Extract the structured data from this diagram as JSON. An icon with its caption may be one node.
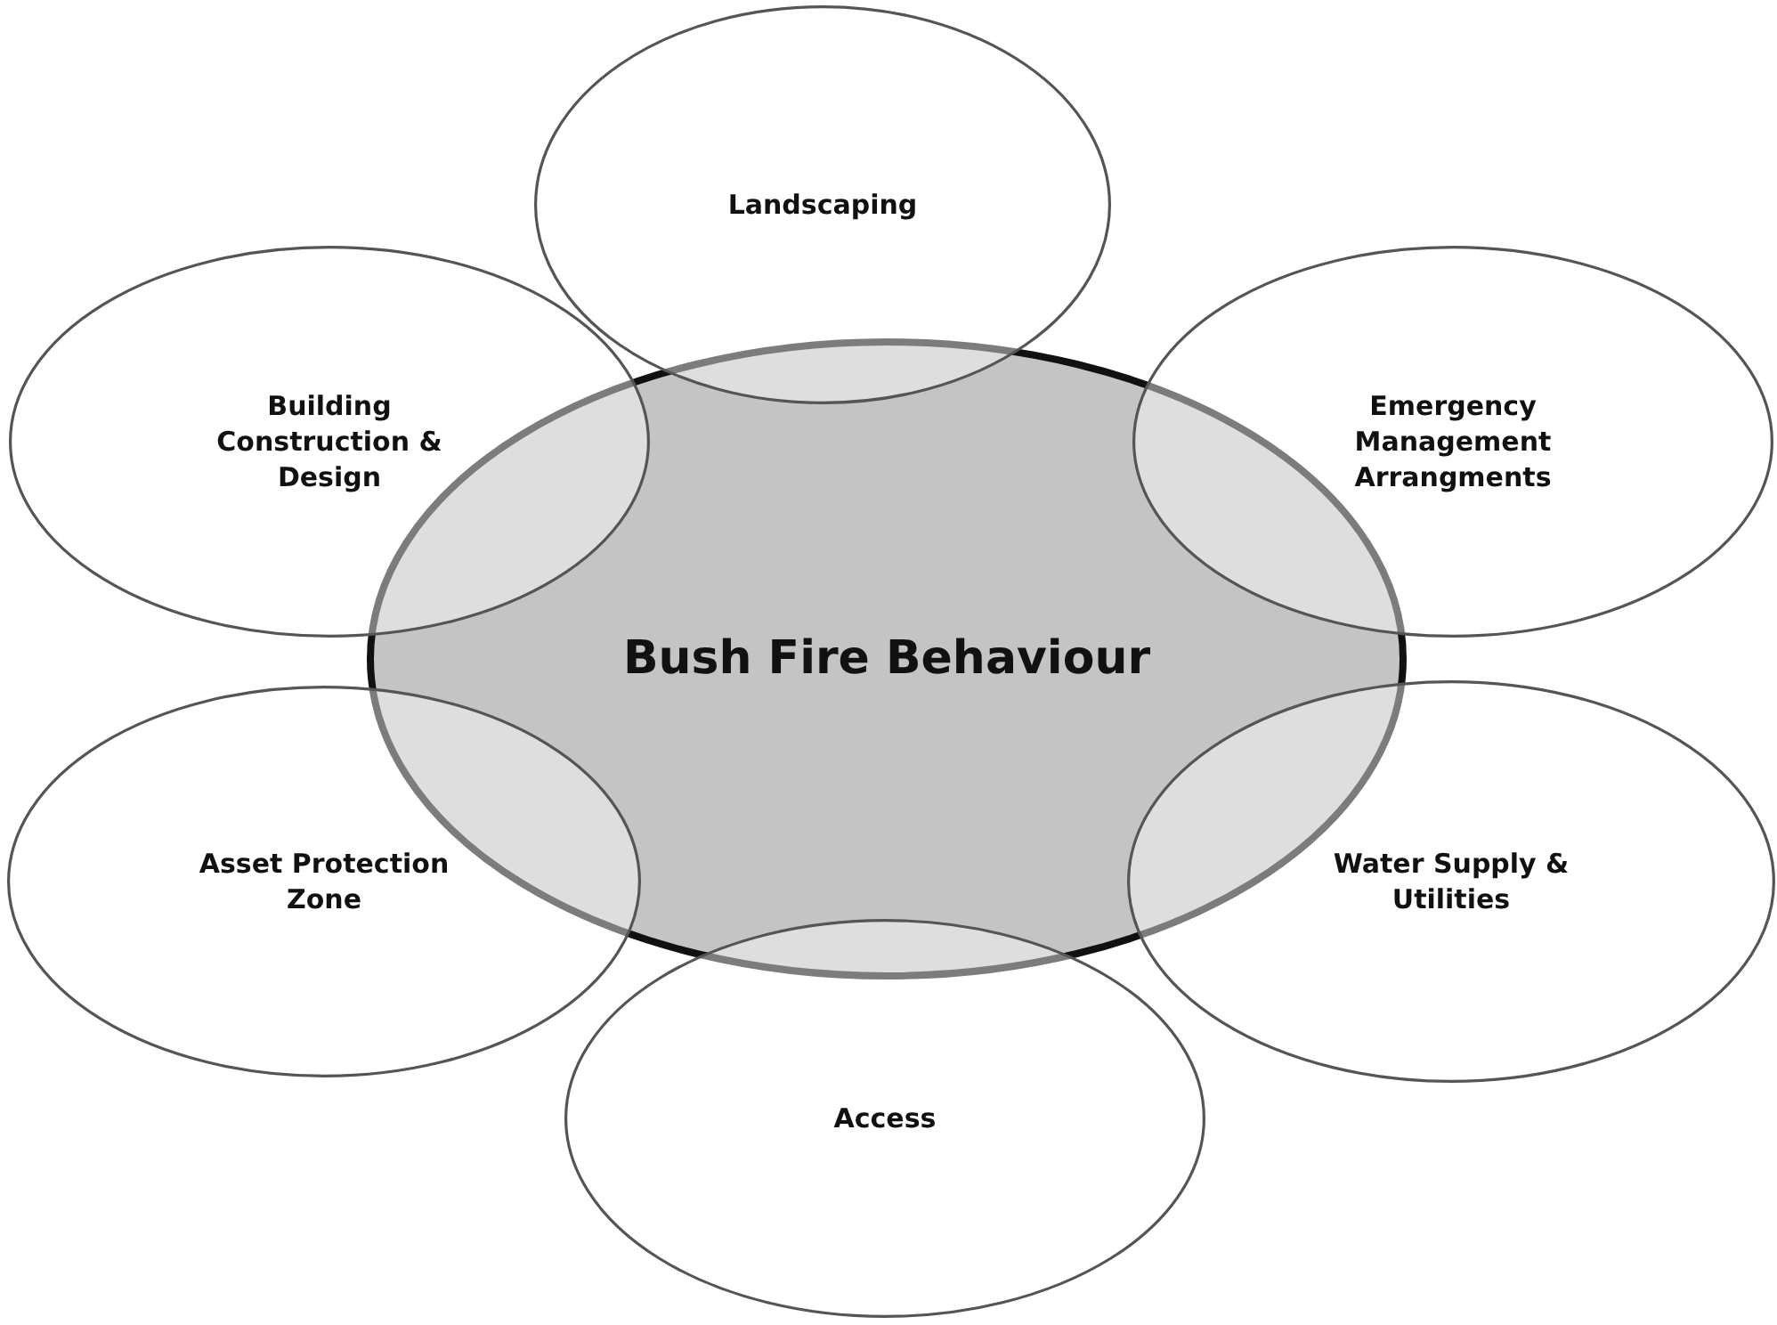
{
  "diagram": {
    "nodes": [
      {
        "text": [
          "Landscaping"
        ]
      },
      {
        "text": [
          "Building Construction & Design"
        ]
      },
      {
        "text": [
          "Emergency Management Arrangments"
        ]
      },
      {
        "text": [
          "Bush Fire Behaviour"
        ]
      },
      {
        "text": [
          "Asset Protection Zone"
        ]
      },
      {
        "text": [
          "Water Supply & Utilities"
        ]
      },
      {
        "text": [
          "Access"
        ]
      }
    ]
  }
}
